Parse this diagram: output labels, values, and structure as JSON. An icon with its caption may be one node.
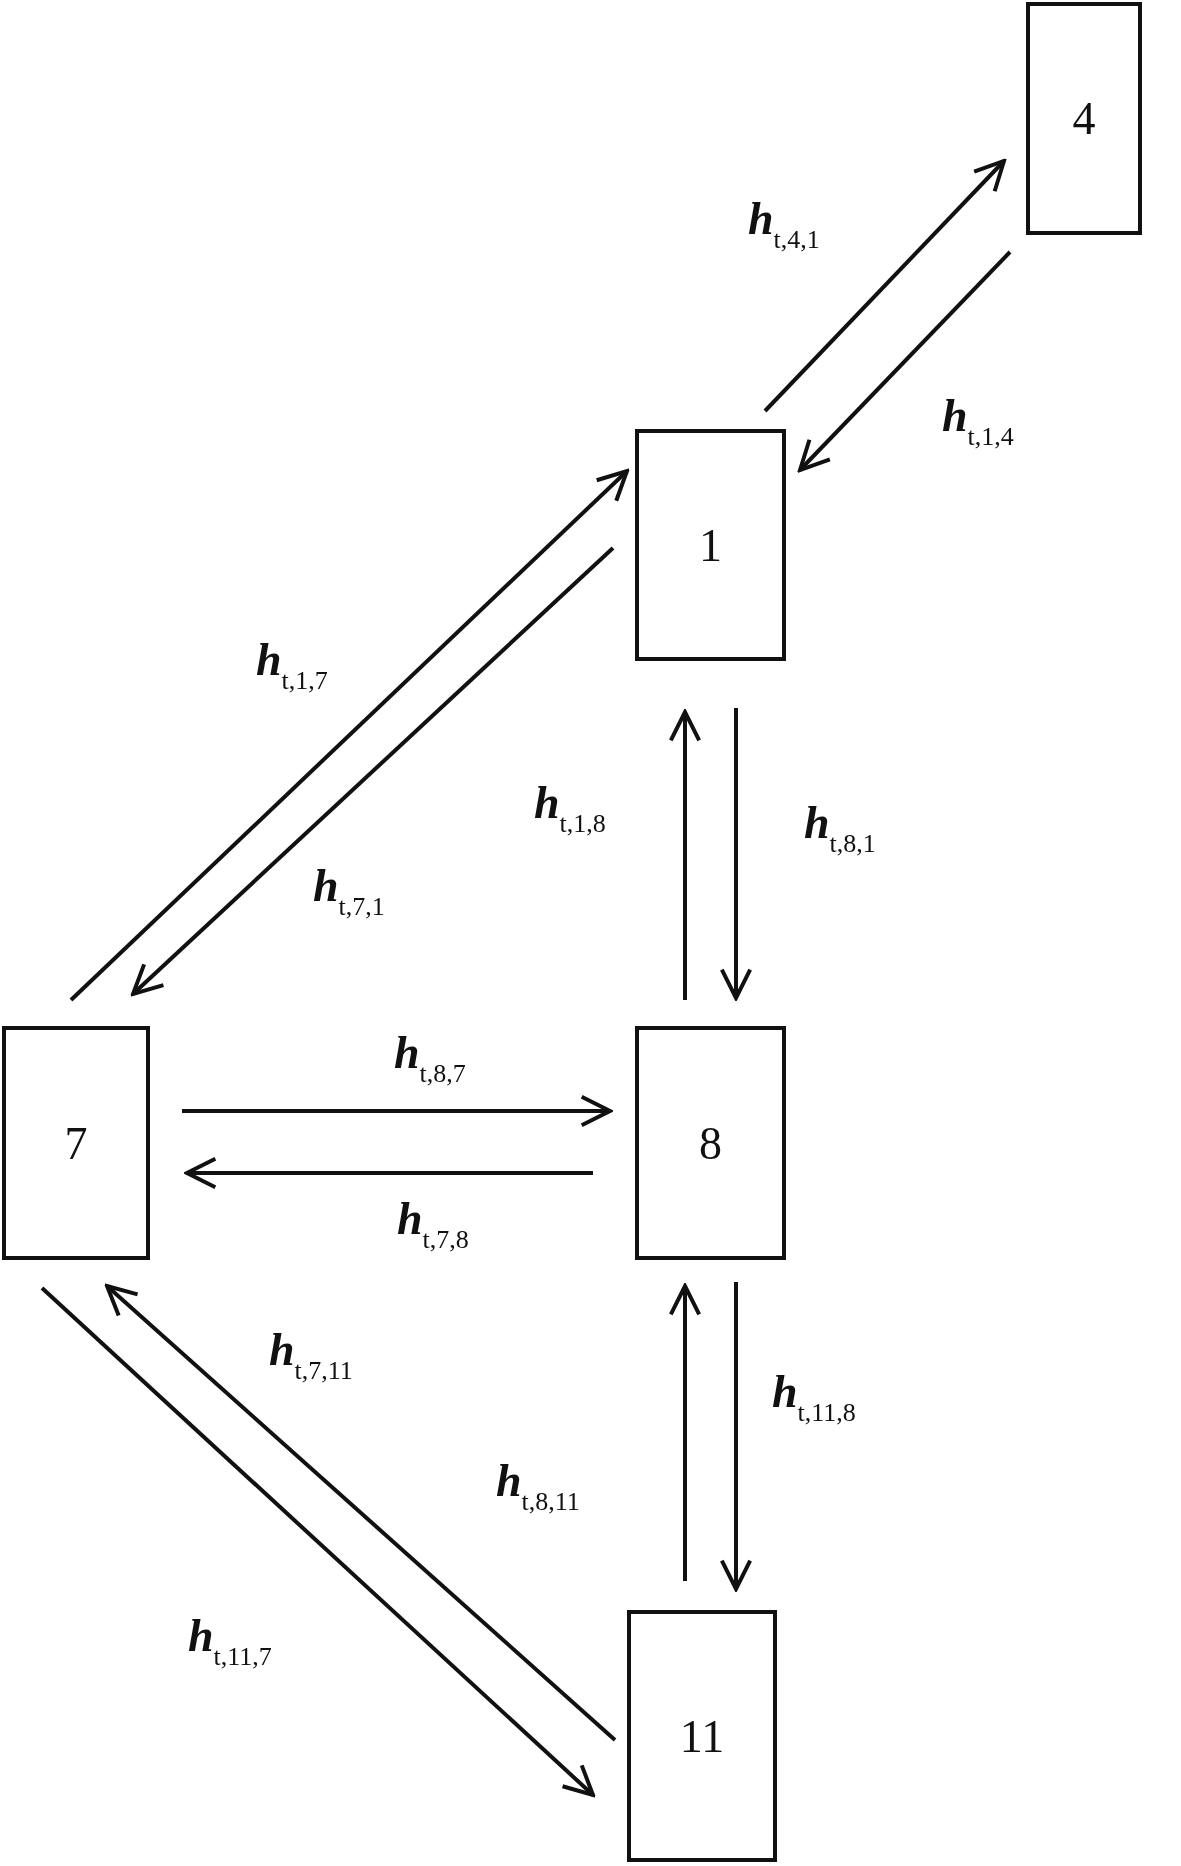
{
  "diagram": {
    "nodes": [
      {
        "text": [
          "4"
        ]
      },
      {
        "text": [
          "1"
        ]
      },
      {
        "text": [
          "7"
        ]
      },
      {
        "text": [
          "8"
        ]
      },
      {
        "text": [
          "11"
        ]
      }
    ],
    "edges": [
      {
        "from": 1,
        "to": 0,
        "arrow": "to",
        "label": "**h**$_{t,4,1}$"
      },
      {
        "from": 0,
        "to": 1,
        "arrow": "to",
        "label": "**h**$_{t,1,4}$"
      },
      {
        "from": 2,
        "to": 1,
        "arrow": "to",
        "label": "**h**$_{t,1,7}$"
      },
      {
        "from": 1,
        "to": 2,
        "arrow": "to",
        "label": "**h**$_{t,7,1}$"
      },
      {
        "from": 3,
        "to": 1,
        "arrow": "to",
        "label": "**h**$_{t,1,8}$"
      },
      {
        "from": 1,
        "to": 3,
        "arrow": "to",
        "label": "**h**$_{t,8,1}$"
      },
      {
        "from": 2,
        "to": 3,
        "arrow": "to",
        "label": "**h**$_{t,8,7}$"
      },
      {
        "from": 3,
        "to": 2,
        "arrow": "to",
        "label": "**h**$_{t,7,8}$"
      },
      {
        "from": 4,
        "to": 2,
        "arrow": "to",
        "label": "**h**$_{t,7,11}$"
      },
      {
        "from": 2,
        "to": 4,
        "arrow": "to",
        "label": "**h**$_{t,11,7}$"
      },
      {
        "from": 4,
        "to": 3,
        "arrow": "to",
        "label": "**h**$_{t,8,11}$"
      },
      {
        "from": 3,
        "to": 4,
        "arrow": "to",
        "label": "**h**$_{t,11,8}$"
      }
    ]
  }
}
